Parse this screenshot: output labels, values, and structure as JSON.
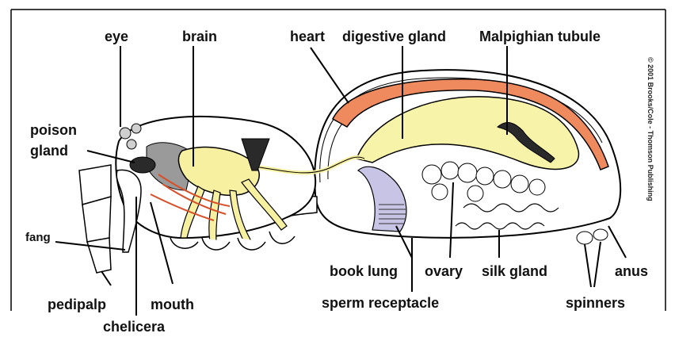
{
  "diagram": {
    "labels": {
      "eye": "eye",
      "brain": "brain",
      "heart": "heart",
      "digestive_gland": "digestive gland",
      "malpighian_tubule": "Malpighian tubule",
      "poison_gland_line1": "poison",
      "poison_gland_line2": "gland",
      "fang": "fang",
      "pedipalp": "pedipalp",
      "mouth": "mouth",
      "chelicera": "chelicera",
      "book_lung": "book lung",
      "ovary": "ovary",
      "silk_gland": "silk gland",
      "anus": "anus",
      "sperm_receptacle": "sperm receptacle",
      "spinners": "spinners"
    },
    "copyright": "© 2001 Brooks/Cole - Thomson Publishing",
    "colors": {
      "heart": "#ef8a5e",
      "gut_yellow": "#f7f3a8",
      "book_lung": "#c8c4e6",
      "outline": "#000000",
      "nerve": "#f6f0a0",
      "dark_gland": "#2a2a2a",
      "grey_tissue": "#9a9a9a"
    }
  }
}
